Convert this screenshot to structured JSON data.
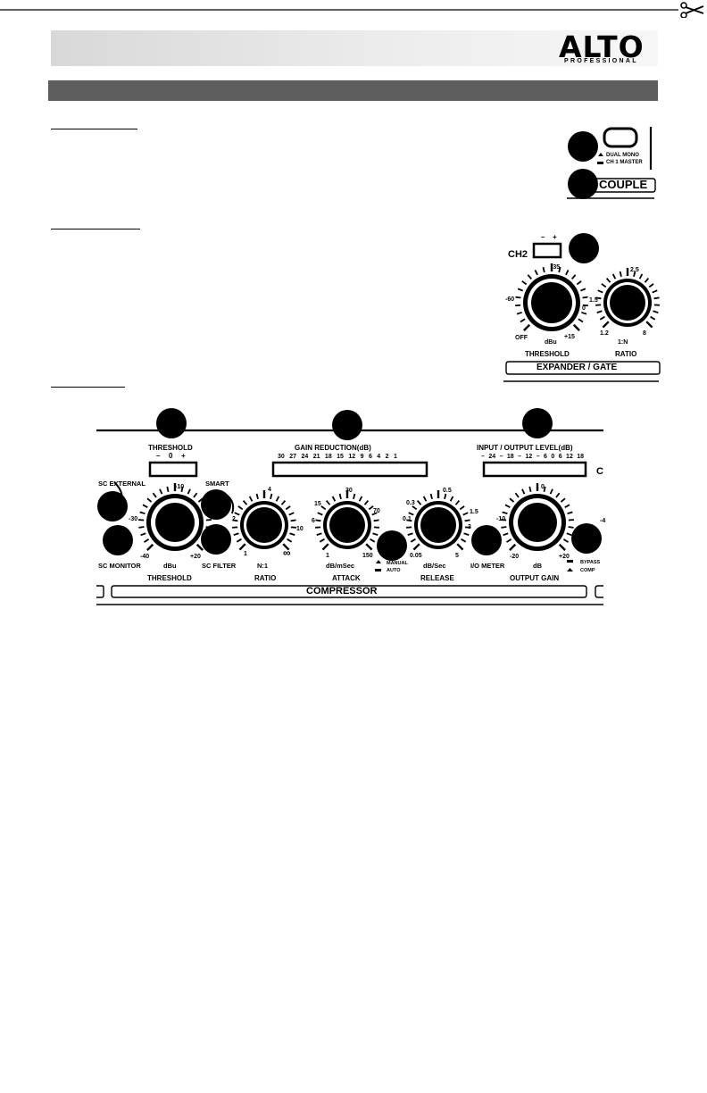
{
  "brand": {
    "logo_word": "ALTO",
    "logo_sub": "PROFESSIONAL"
  },
  "couple": {
    "dual_mono": "DUAL MONO",
    "ch1_master": "CH 1 MASTER",
    "label": "COUPLE"
  },
  "expander": {
    "channel": "CH2",
    "minus": "–",
    "plus": "+",
    "threshold_ticks": [
      "-35",
      "-60",
      "0",
      "OFF",
      "+15"
    ],
    "threshold_unit": "dBu",
    "threshold_label": "THRESHOLD",
    "ratio_ticks": [
      "2.5",
      "1.5",
      "1.2",
      "8"
    ],
    "ratio_unit": "1:N",
    "ratio_label": "RATIO",
    "section_label": "EXPANDER / GATE"
  },
  "compressor": {
    "threshold_title": "THRESHOLD",
    "threshold_led_marks": [
      "–",
      "0",
      "+"
    ],
    "gain_reduction_title": "GAIN REDUCTION(dB)",
    "gain_reduction_scale": [
      "30",
      "27",
      "24",
      "21",
      "18",
      "15",
      "12",
      "9",
      "6",
      "4",
      "2",
      "1"
    ],
    "io_level_title": "INPUT / OUTPUT LEVEL(dB)",
    "io_level_scale": [
      "– 24",
      "– 18",
      "– 12",
      "– 6",
      "0",
      "6",
      "12",
      "18"
    ],
    "sc_external": "SC EXTERNAL",
    "sc_monitor": "SC MONITOR",
    "smart": "SMART",
    "sc_filter": "SC FILTER",
    "threshold_knob": {
      "ticks": [
        "-10",
        "-30",
        "-40",
        "+20"
      ],
      "unit": "dBu",
      "label": "THRESHOLD"
    },
    "ratio_knob": {
      "ticks": [
        "4",
        "2",
        "10",
        "1",
        "∞"
      ],
      "unit": "N:1",
      "label": "RATIO"
    },
    "attack_knob": {
      "ticks": [
        "30",
        "15",
        "70",
        "6",
        "1",
        "150"
      ],
      "unit": "dB/mSec",
      "label": "ATTACK"
    },
    "release_knob": {
      "ticks": [
        "0.3",
        "0.5",
        "0.1",
        "1.5",
        "3",
        "0.05",
        "5"
      ],
      "unit": "dB/Sec",
      "label": "RELEASE"
    },
    "manual": "MANUAL",
    "auto": "AUTO",
    "io_meter": "I/O METER",
    "output_knob": {
      "ticks": [
        "0",
        "-10",
        "-20",
        "+20"
      ],
      "unit": "dB",
      "label": "OUTPUT GAIN"
    },
    "bypass": "BYPASS",
    "comp": "COMP",
    "right_edge_letter": "C",
    "right_edge_tick": "-4",
    "section_label": "COMPRESSOR"
  },
  "colors": {
    "section_bar": "#5e5e5e",
    "marker": "#000000"
  }
}
